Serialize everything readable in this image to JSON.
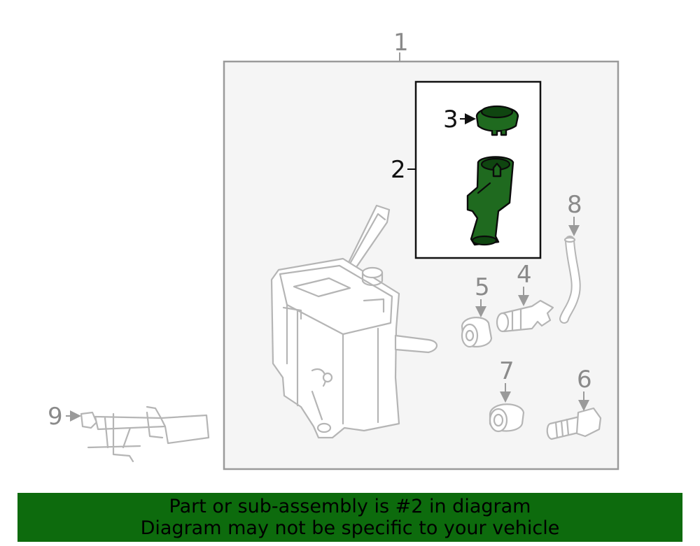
{
  "callouts": {
    "c1": "1",
    "c2": "2",
    "c3": "3",
    "c4": "4",
    "c5": "5",
    "c6": "6",
    "c7": "7",
    "c8": "8",
    "c9": "9"
  },
  "banner": {
    "line1": "Part or sub-assembly is #2 in diagram",
    "line2": "Diagram may not be specific to your vehicle"
  },
  "colors": {
    "highlight": "#1f6a1f",
    "banner": "#0d6b0d",
    "outline": "#b5b5b5"
  }
}
